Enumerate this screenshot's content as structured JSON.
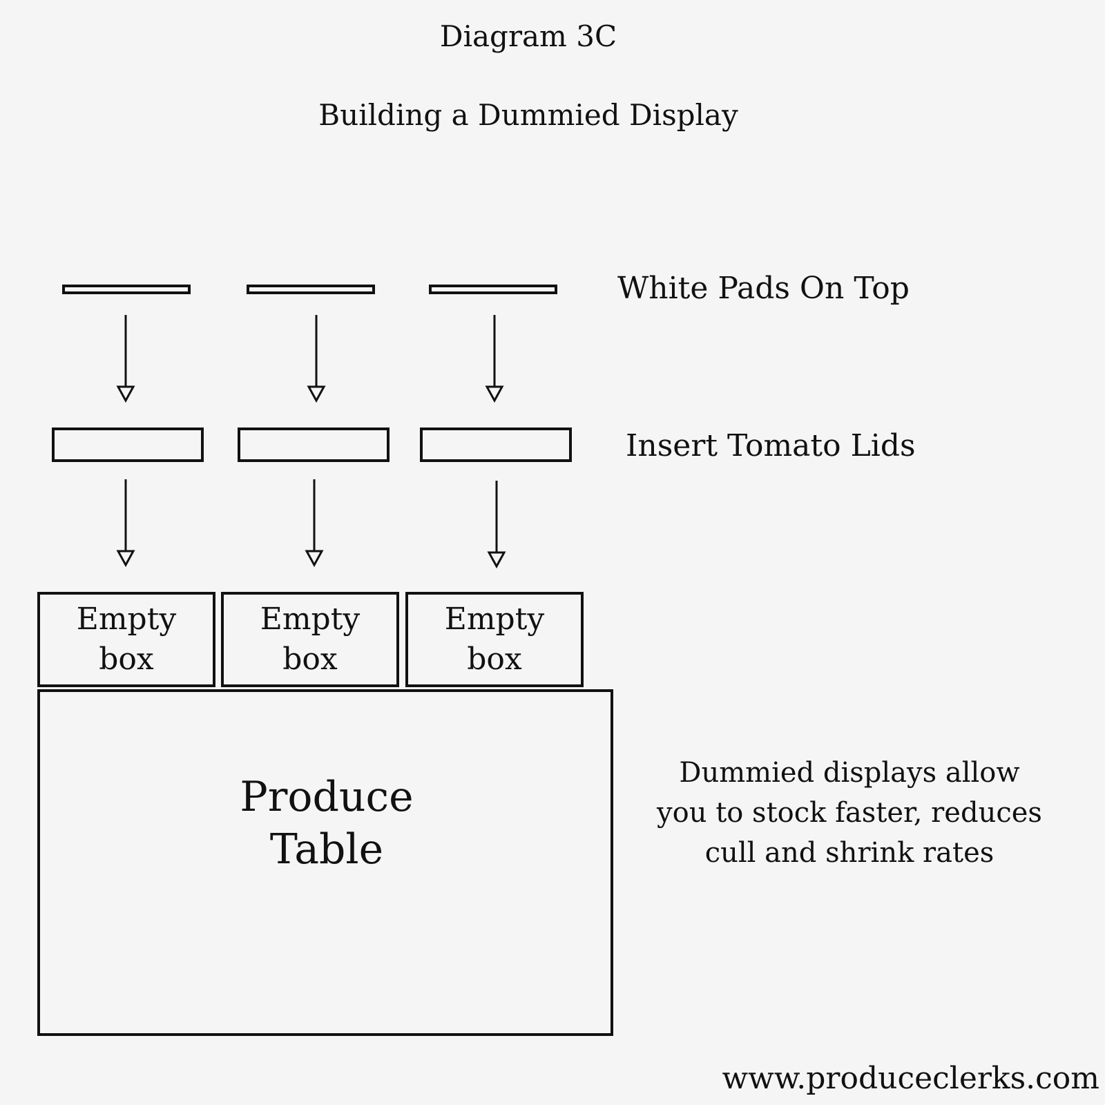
{
  "title": "Diagram 3C",
  "subtitle": "Building a Dummied Display",
  "labels": {
    "pads": "White Pads On Top",
    "lids": "Insert Tomato Lids"
  },
  "boxes": [
    {
      "label": "Empty\nbox"
    },
    {
      "label": "Empty\nbox"
    },
    {
      "label": "Empty\nbox"
    }
  ],
  "table_label": "Produce\nTable",
  "note": "Dummied displays allow you to stock faster, reduces cull and shrink rates",
  "website": "www.produceclerks.com"
}
